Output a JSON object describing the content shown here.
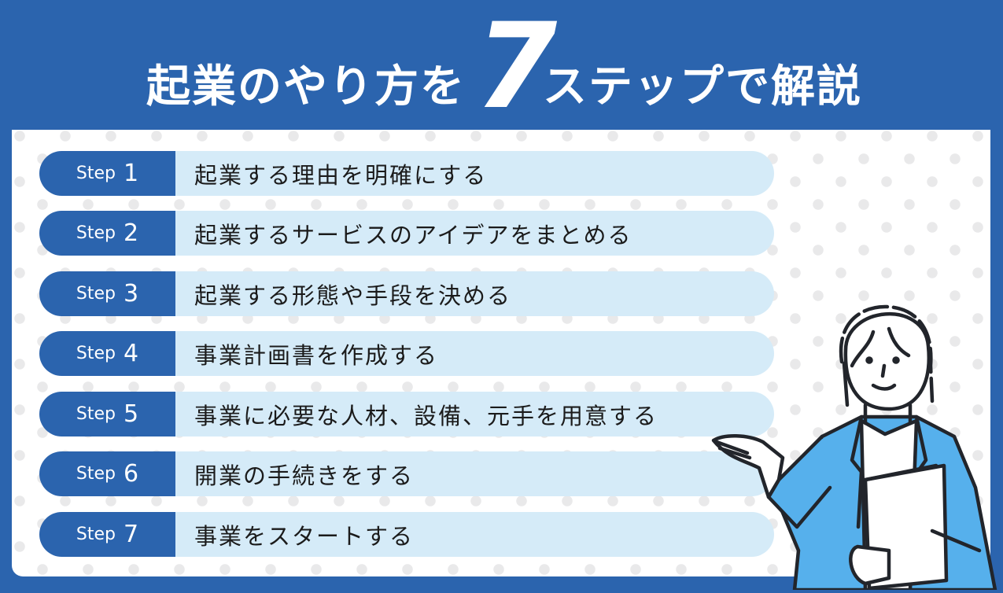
{
  "title": {
    "prefix": "起業のやり方を",
    "number": "7",
    "suffix": "ステップで解説"
  },
  "colors": {
    "background": "#2b64ae",
    "step_label_bg": "#2b64ae",
    "step_body_bg": "#d5ebf8",
    "dot": "#e9e9ea",
    "jacket": "#56b0ec"
  },
  "steps": [
    {
      "word": "Step",
      "number": "1",
      "text": "起業する理由を明確にする"
    },
    {
      "word": "Step",
      "number": "2",
      "text": "起業するサービスのアイデアをまとめる"
    },
    {
      "word": "Step",
      "number": "3",
      "text": "起業する形態や手段を決める"
    },
    {
      "word": "Step",
      "number": "4",
      "text": "事業計画書を作成する"
    },
    {
      "word": "Step",
      "number": "5",
      "text": "事業に必要な人材、設備、元手を用意する"
    },
    {
      "word": "Step",
      "number": "6",
      "text": "開業の手続きをする"
    },
    {
      "word": "Step",
      "number": "7",
      "text": "事業をスタートする"
    }
  ],
  "illustration": {
    "subject": "businesswoman-presenting-with-folder"
  }
}
